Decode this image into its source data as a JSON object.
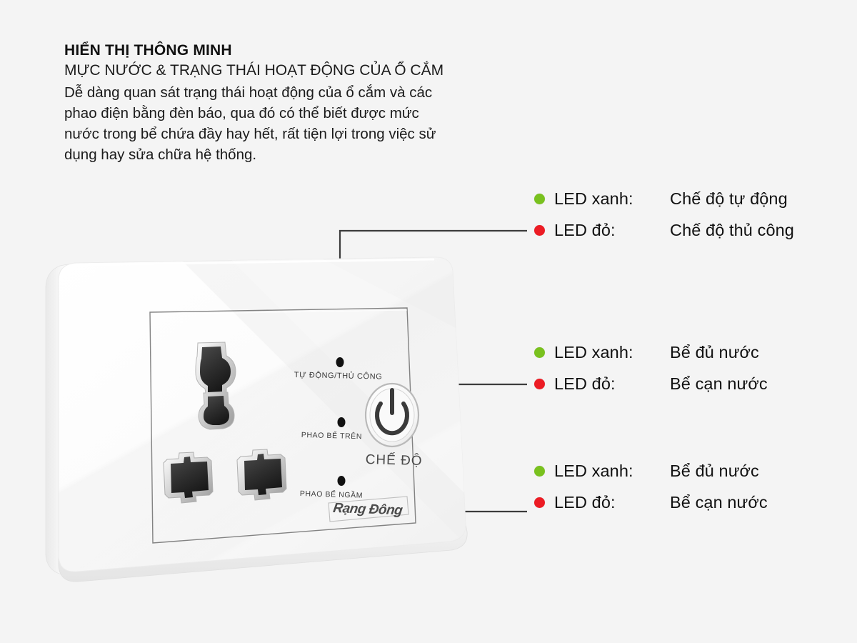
{
  "page": {
    "background_color": "#f4f4f4"
  },
  "header": {
    "title": "HIỂN THỊ THÔNG MINH",
    "subtitle": "MỰC NƯỚC & TRẠNG THÁI HOẠT ĐỘNG CỦA Ổ CẮM",
    "body_lines": [
      "Dễ dàng quan sát trạng thái hoạt động của ổ cắm và các",
      "phao điện bằng đèn báo, qua đó có thể biết được mức",
      "nước trong bể chứa đầy hay hết, rất tiện lợi trong việc sử",
      "dụng hay sửa chữa hệ thống."
    ]
  },
  "legend": {
    "colors": {
      "green": "#79c11e",
      "red": "#ec1c24"
    },
    "groups": [
      {
        "id": "mode-indicator",
        "rows": [
          {
            "dot": "green",
            "label": "LED xanh:",
            "value": "Chế độ tự động"
          },
          {
            "dot": "red",
            "label": "LED đỏ:",
            "value": "Chế độ thủ công"
          }
        ]
      },
      {
        "id": "upper-tank-float",
        "rows": [
          {
            "dot": "green",
            "label": "LED xanh:",
            "value": "Bể đủ nước"
          },
          {
            "dot": "red",
            "label": "LED đỏ:",
            "value": "Bể cạn nước"
          }
        ]
      },
      {
        "id": "underground-tank-float",
        "rows": [
          {
            "dot": "green",
            "label": "LED xanh:",
            "value": "Bể đủ nước"
          },
          {
            "dot": "red",
            "label": "LED đỏ:",
            "value": "Bể cạn nước"
          }
        ]
      }
    ]
  },
  "device": {
    "brand": "Rạng Đông",
    "indicator_labels": {
      "mode": "TỰ ĐỘNG/THỦ CÔNG",
      "upper_float": "PHAO BỂ TRÊN",
      "underground_float": "PHAO BỂ NGẦM"
    },
    "button_label": "CHẾ ĐỘ",
    "button_icon": "power-icon",
    "socket_type": "universal-multi-socket"
  }
}
